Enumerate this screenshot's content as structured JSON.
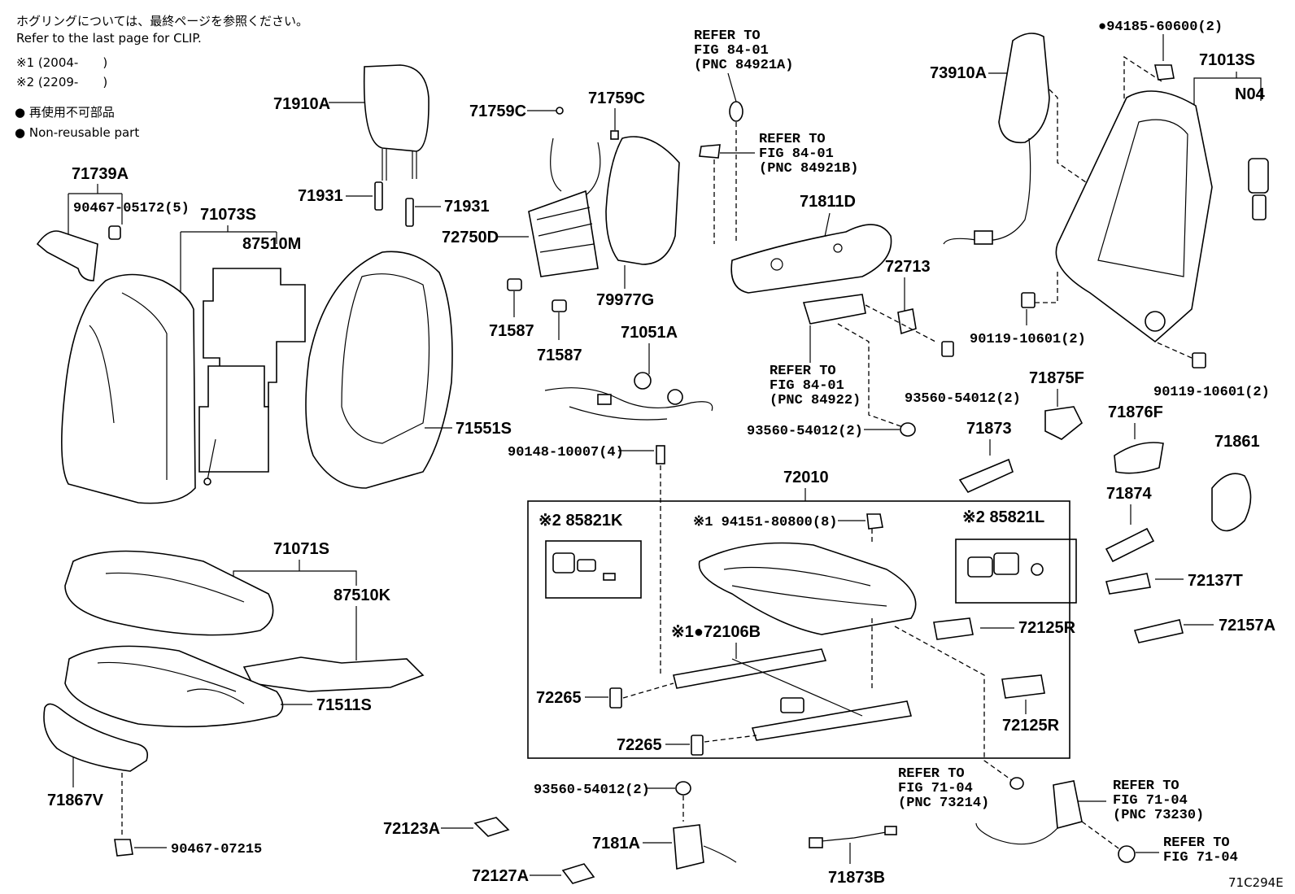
{
  "notes": {
    "jp_clip": "ホグリングについては、最終ページを参照ください。",
    "en_clip": "Refer to the last page for CLIP.",
    "mark1": "※1 (2004-　　)",
    "mark2": "※2 (2209-　　)",
    "jp_nonreuse": "● 再使用不可部品",
    "en_nonreuse": "● Non-reusable part"
  },
  "figure_code": "71C294E",
  "parts": {
    "p71910A": "71910A",
    "p71931a": "71931",
    "p71931b": "71931",
    "p71739A": "71739A",
    "p90467_05172": "90467-05172(5)",
    "p71073S": "71073S",
    "p87510M": "87510M",
    "p71551S": "71551S",
    "p71759C_a": "71759C",
    "p71759C_b": "71759C",
    "p72750D": "72750D",
    "p79977G": "79977G",
    "p71587_a": "71587",
    "p71587_b": "71587",
    "p71051A": "71051A",
    "p90148": "90148-10007(4)",
    "p71811D": "71811D",
    "p72713": "72713",
    "p93560_a": "93560-54012(2)",
    "p93560_b": "93560-54012(2)",
    "p93560_c": "93560-54012(2)",
    "p73910A": "73910A",
    "p94185": "●94185-60600(2)",
    "p71013S": "71013S",
    "pN04": "N04",
    "p90119_a": "90119-10601(2)",
    "p90119_b": "90119-10601(2)",
    "p71875F": "71875F",
    "p71876F": "71876F",
    "p71873": "71873",
    "p71861": "71861",
    "p71874": "71874",
    "p72137T": "72137T",
    "p72157A": "72157A",
    "p72010": "72010",
    "p85821K": "※2 85821K",
    "p85821L": "※2 85821L",
    "p94151": "※1 94151-80800(8)",
    "p72106B": "※1●72106B",
    "p72125R_a": "72125R",
    "p72125R_b": "72125R",
    "p72265_a": "72265",
    "p72265_b": "72265",
    "p71071S": "71071S",
    "p87510K": "87510K",
    "p71511S": "71511S",
    "p71867V": "71867V",
    "p90467_07215": "90467-07215",
    "p72123A": "72123A",
    "p72127A": "72127A",
    "p7181A": "7181A",
    "p71873B": "71873B"
  },
  "refs": {
    "r1": [
      "REFER TO",
      "FIG 84-01",
      "(PNC 84921A)"
    ],
    "r2": [
      "REFER TO",
      "FIG 84-01",
      "(PNC 84921B)"
    ],
    "r3": [
      "REFER TO",
      "FIG 84-01",
      "(PNC 84922)"
    ],
    "r4": [
      "REFER TO",
      "FIG 71-04",
      "(PNC 73214)"
    ],
    "r5": [
      "REFER TO",
      "FIG 71-04",
      "(PNC 73230)"
    ],
    "r6": [
      "REFER TO",
      "FIG 71-04"
    ]
  }
}
